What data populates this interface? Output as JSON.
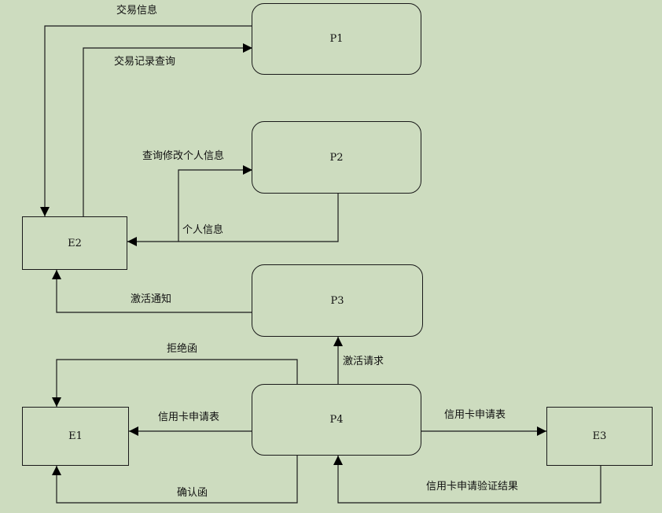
{
  "nodes": {
    "p1": "P1",
    "p2": "P2",
    "p3": "P3",
    "p4": "P4",
    "e1": "E1",
    "e2": "E2",
    "e3": "E3"
  },
  "flows": {
    "p1_to_e2": "交易信息",
    "e2_to_p1": "交易记录查询",
    "e2_to_p2": "查询修改个人信息",
    "p2_to_e2": "个人信息",
    "p3_to_e2": "激活通知",
    "p4_to_e1_reject": "拒绝函",
    "p4_to_p3": "激活请求",
    "p4_to_e1_form": "信用卡申请表",
    "p4_to_e3": "信用卡申请表",
    "e3_to_p4": "信用卡申请验证结果",
    "p4_to_e1_confirm": "确认函"
  }
}
